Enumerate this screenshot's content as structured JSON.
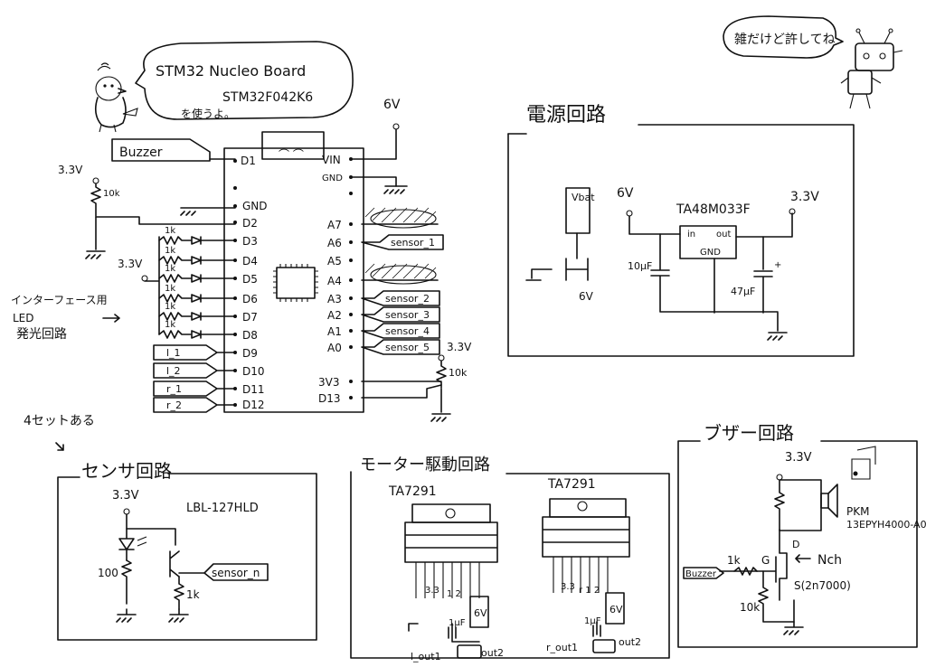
{
  "header": {
    "bubble_title": "STM32 Nucleo Board",
    "bubble_model": "STM32F042K6",
    "bubble_note": "を使うよ。",
    "apology_note": "雑だけど許してね"
  },
  "main_schematic": {
    "supply_6v": "6V",
    "buzzer_tag": "Buzzer",
    "pull_up_top": "3.3V",
    "pull_up_res": "10k",
    "led_supply": "3.3V",
    "led_resistors": [
      "1k",
      "1k",
      "1k",
      "1k",
      "1k",
      "1k"
    ],
    "left_pins": [
      "D1",
      "GND",
      "D2",
      "D3",
      "D4",
      "D5",
      "D6",
      "D7",
      "D8",
      "D9",
      "D10",
      "D11",
      "D12"
    ],
    "right_pins": [
      "VIN",
      "GND",
      "A7",
      "A6",
      "A5",
      "A4",
      "A3",
      "A2",
      "A1",
      "A0",
      "3V3",
      "D13"
    ],
    "board_header_marks": "⌒  ⌒",
    "motor_tags": [
      "l_1",
      "l_2",
      "r_1",
      "r_2"
    ],
    "sensor_tags": [
      "sensor_1",
      "sensor_2",
      "sensor_3",
      "sensor_4",
      "sensor_5"
    ],
    "d13_pullup_top": "3.3V",
    "d13_pullup_res": "10k",
    "interface_note_line1": "インターフェース用",
    "interface_note_line2": "LED",
    "interface_note_line3": "発光回路",
    "four_sets_note": "4セットある"
  },
  "power_circuit": {
    "title": "電源回路",
    "battery_label": "Vbat",
    "battery_plus_note": "6V",
    "input_voltage": "6V",
    "regulator": "TA48M033F",
    "reg_in": "in",
    "reg_out": "out",
    "reg_gnd": "GND",
    "cap_in": "10μF",
    "cap_out": "47μF",
    "cap_out_polarity": "+",
    "output_voltage": "3.3V"
  },
  "sensor_circuit": {
    "title": "センサ回路",
    "supply": "3.3V",
    "part": "LBL-127HLD",
    "led_res": "100",
    "load_res": "1k",
    "output_tag": "sensor_n"
  },
  "motor_circuit": {
    "title": "モーター駆動回路",
    "left_driver": "TA7291",
    "right_driver": "TA7291",
    "left_supply_pin": "3.3",
    "right_supply_pin": "3.3",
    "left_in_pins": "1 2",
    "right_in_pins": "r 1 2",
    "left_motor_v": "6V",
    "right_motor_v": "6V",
    "left_cap": "1μF",
    "right_cap": "1μF",
    "left_out1": "l_out1",
    "left_out2": "out2",
    "right_out1": "r_out1",
    "right_out2": "out2"
  },
  "buzzer_circuit": {
    "title": "ブザー回路",
    "supply": "3.3V",
    "speaker_part": "PKM",
    "speaker_part_2": "13EPYH4000-A0",
    "fet_type": "Nch",
    "gate": "G",
    "drain": "D",
    "source": "S(2n7000)",
    "gate_res": "1k",
    "pulldown_res": "10k",
    "input_tag": "Buzzer"
  }
}
